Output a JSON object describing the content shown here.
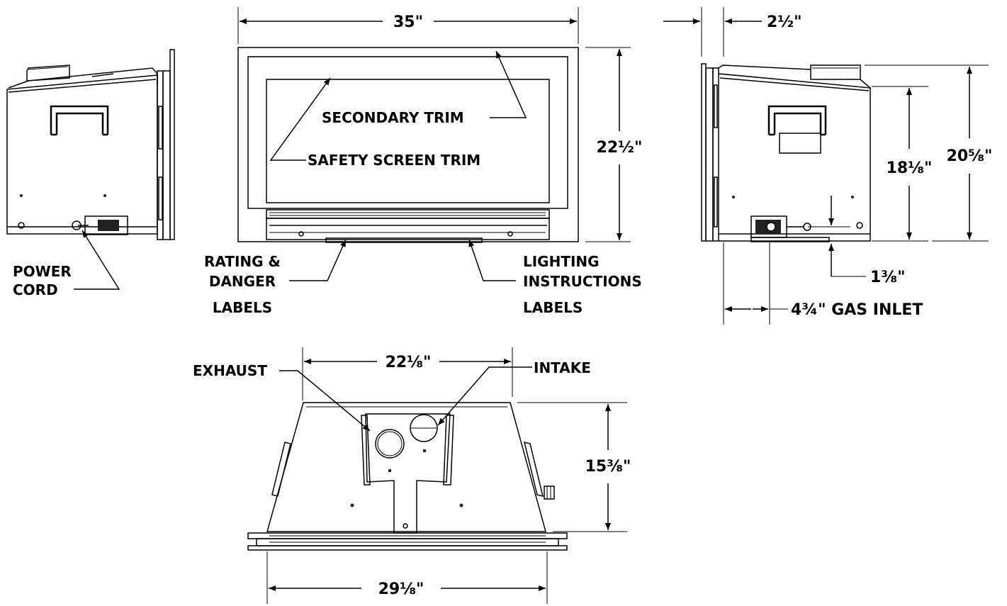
{
  "dimensions": {
    "overall_width": "35\"",
    "front_height": "22½\"",
    "depth_offset": "2½\"",
    "side_height_total": "20⅝\"",
    "side_height_body": "18⅛\"",
    "gas_inlet_height": "1⅜\"",
    "gas_inlet_depth": "4¾\" GAS INLET",
    "top_back_width": "22⅛\"",
    "top_depth": "15⅜\"",
    "top_front_width": "29⅛\""
  },
  "labels": {
    "secondary_trim": "SECONDARY TRIM",
    "safety_screen_trim": "SAFETY SCREEN TRIM",
    "power_cord_1": "POWER",
    "power_cord_2": "CORD",
    "rating_1": "RATING &",
    "rating_2": "DANGER",
    "rating_3": "LABELS",
    "lighting_1": "LIGHTING",
    "lighting_2": "INSTRUCTIONS",
    "lighting_3": "LABELS",
    "exhaust": "EXHAUST",
    "intake": "INTAKE"
  },
  "colors": {
    "line": "#000000",
    "background": "#ffffff"
  }
}
